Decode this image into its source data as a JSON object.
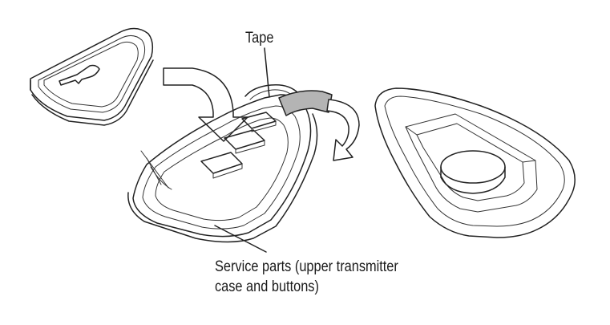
{
  "labels": {
    "tape": "Tape",
    "service_parts_line1": "Service parts (upper transmitter",
    "service_parts_line2": "case and buttons)"
  },
  "colors": {
    "line": "#222222",
    "tape_fill": "#b4b4b4",
    "background": "#ffffff"
  }
}
